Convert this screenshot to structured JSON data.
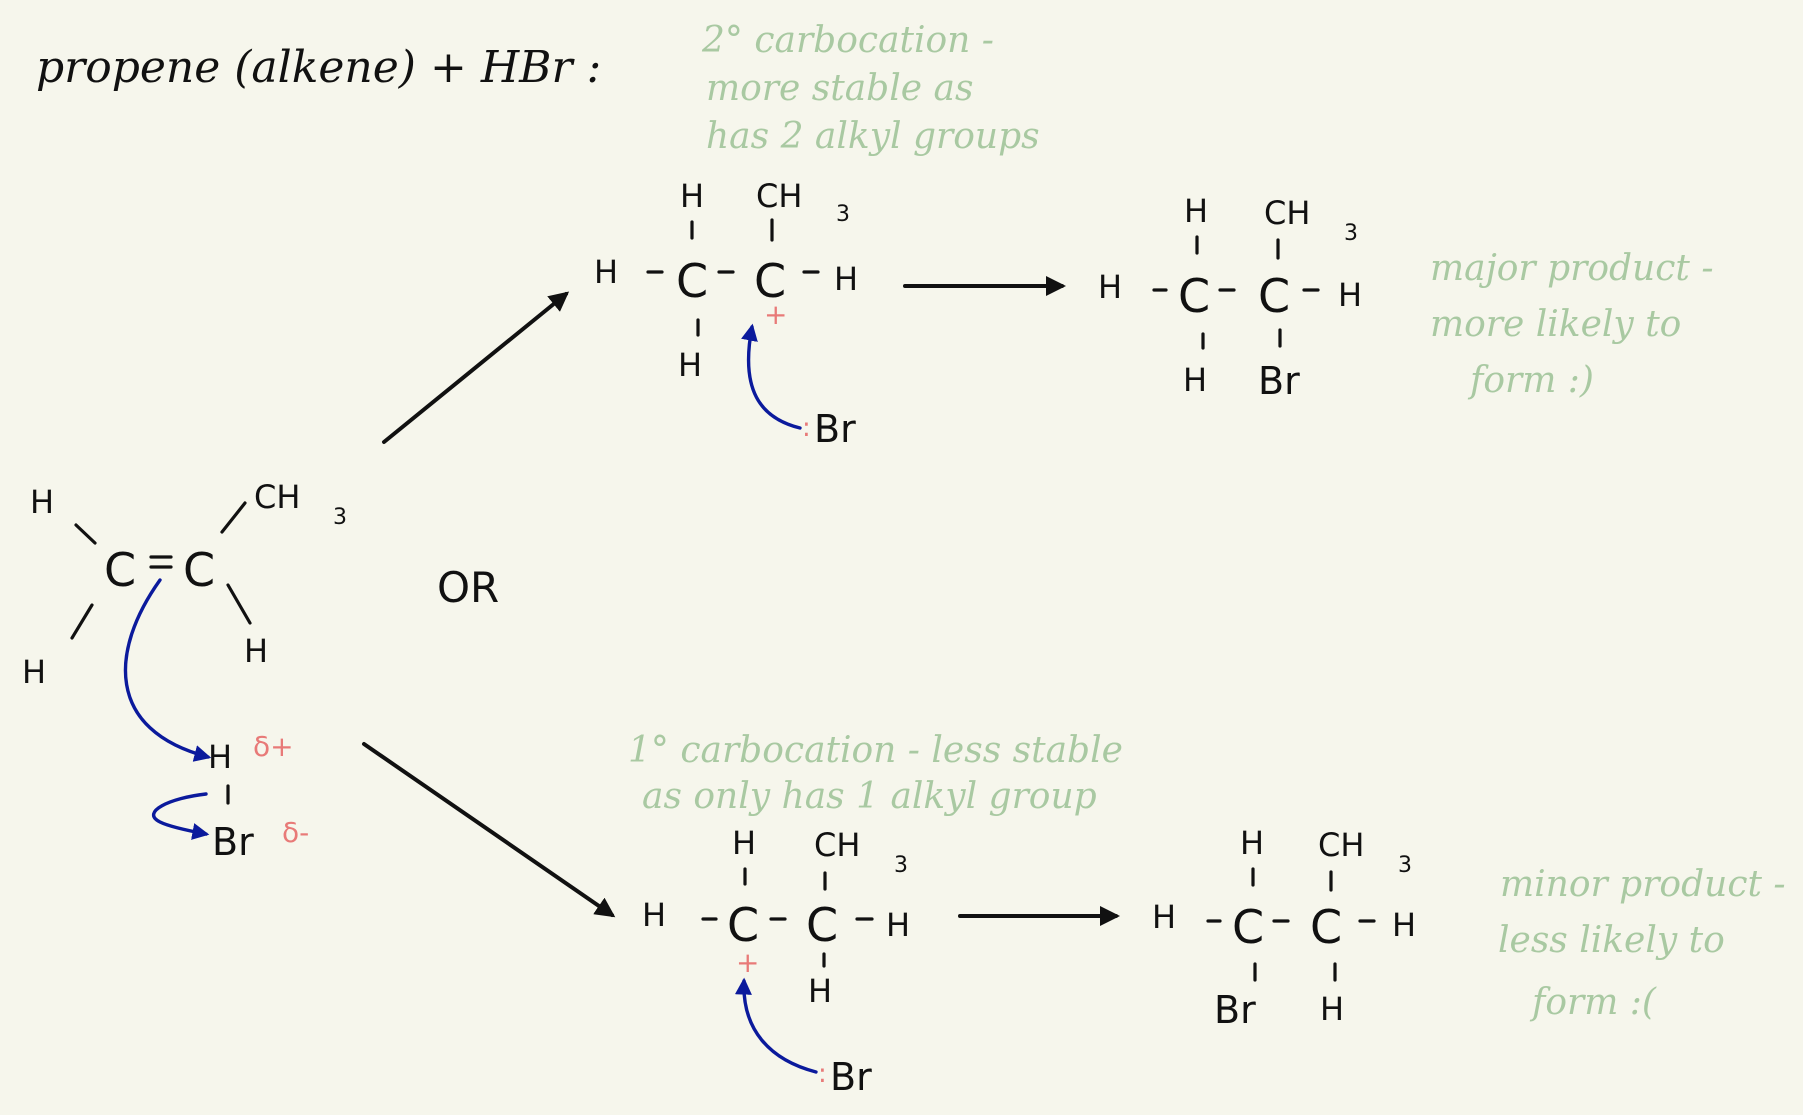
{
  "title": "propene (alkene) + HBr :",
  "or_label": "OR",
  "colors": {
    "ink": "#111111",
    "note": "#a9c9a2",
    "charge": "#e87a78",
    "curly_arrow": "#0b1a9c",
    "background": "#f6f6ec"
  },
  "notes": {
    "secondary": [
      "2° carbocation -",
      "more stable as",
      "has 2 alkyl groups"
    ],
    "primary": [
      "1° carbocation - less stable",
      "as only has 1 alkyl group"
    ],
    "major": [
      "major product -",
      "more likely to",
      "form :)"
    ],
    "minor": [
      "minor product -",
      "less likely to",
      "form :("
    ]
  },
  "atoms": {
    "H": "H",
    "C": "C",
    "CH": "CH",
    "sub3": "3",
    "Br": "Br",
    "plus": "+",
    "delta_plus": "δ+",
    "delta_minus": "δ-",
    "lone_pair": ":"
  }
}
